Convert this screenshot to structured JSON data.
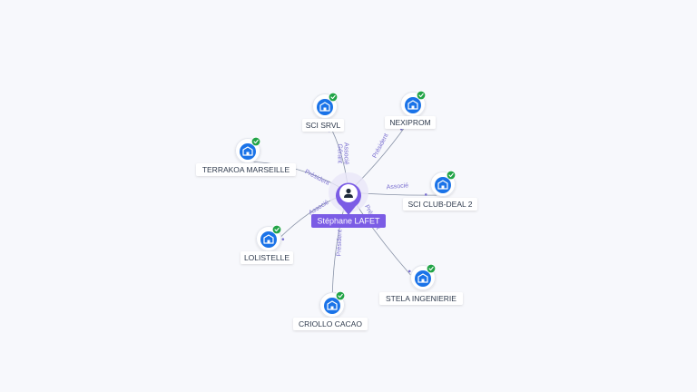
{
  "center": {
    "name": "Stéphane LAFET",
    "icon": "person-icon",
    "color": "#7b5ce5"
  },
  "colors": {
    "edge": "#8a94a8",
    "edge_label": "#7a6fd0",
    "company_icon_bg": "#1a73e8",
    "check_badge": "#22a447"
  },
  "nodes": [
    {
      "id": "sci-srvl",
      "label": "SCI SRVL",
      "icon": "building-icon",
      "badge": "check-icon"
    },
    {
      "id": "nexiprom",
      "label": "NEXIPROM",
      "icon": "building-icon",
      "badge": "check-icon"
    },
    {
      "id": "terrakoa-marseille",
      "label": "TERRAKOA MARSEILLE",
      "icon": "building-icon",
      "badge": "check-icon"
    },
    {
      "id": "sci-club-deal-2",
      "label": "SCI CLUB-DEAL 2",
      "icon": "building-icon",
      "badge": "check-icon"
    },
    {
      "id": "lolistelle",
      "label": "LOLISTELLE",
      "icon": "building-icon",
      "badge": "check-icon"
    },
    {
      "id": "stela-ingenierie",
      "label": "STELA INGENIERIE",
      "icon": "building-icon",
      "badge": "check-icon"
    },
    {
      "id": "criollo-cacao",
      "label": "CRIOLLO CACAO",
      "icon": "building-icon",
      "badge": "check-icon"
    }
  ],
  "edges": [
    {
      "to": "sci-srvl",
      "labels": [
        "Gérant",
        "Associé"
      ]
    },
    {
      "to": "nexiprom",
      "labels": [
        "Président"
      ]
    },
    {
      "to": "terrakoa-marseille",
      "labels": [
        "Président"
      ]
    },
    {
      "to": "sci-club-deal-2",
      "labels": [
        "Associé"
      ]
    },
    {
      "to": "lolistelle",
      "labels": [
        "Associé"
      ]
    },
    {
      "to": "stela-ingenierie",
      "labels": [
        "Président"
      ]
    },
    {
      "to": "criollo-cacao",
      "labels": [
        "Président"
      ]
    }
  ]
}
